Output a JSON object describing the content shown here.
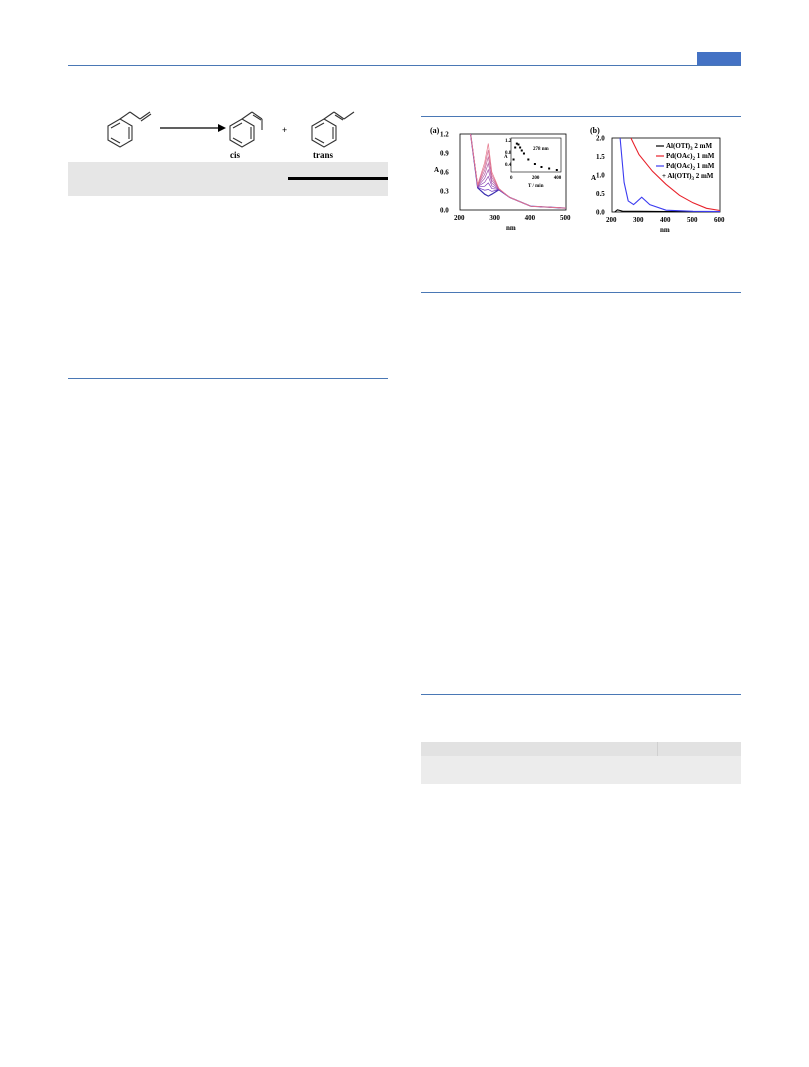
{
  "scheme": {
    "cis_label": "cis",
    "trans_label": "trans",
    "plus": "+"
  },
  "figure": {
    "panel_a": {
      "label": "(a)",
      "ylabel": "A",
      "xlabel": "nm",
      "yticks": [
        "1.2",
        "0.9",
        "0.6",
        "0.3",
        "0.0"
      ],
      "xticks": [
        "200",
        "300",
        "400",
        "500"
      ],
      "inset": {
        "yticks": [
          "1.2",
          "0.8",
          "0.4"
        ],
        "xticks": [
          "0",
          "200",
          "400"
        ],
        "xlabel": "T / min",
        "ylabel": "A",
        "annotation": "278 nm"
      }
    },
    "panel_b": {
      "label": "(b)",
      "ylabel": "A",
      "xlabel": "nm",
      "yticks": [
        "2.0",
        "1.5",
        "1.0",
        "0.5",
        "0.0"
      ],
      "xticks": [
        "200",
        "300",
        "400",
        "500",
        "600"
      ],
      "legend": [
        {
          "label": "Al(OTf)",
          "sub": "3",
          "suffix": " 2 mM",
          "color": "#000000"
        },
        {
          "label": "Pd(OAc)",
          "sub": "2",
          "suffix": " 1 mM",
          "color": "#e8222b"
        },
        {
          "label": "Pd(OAc)",
          "sub": "2",
          "suffix": " 1 mM",
          "color": "#3b3bf0"
        },
        {
          "label": "+ Al(OTf)",
          "sub": "3",
          "suffix": " 2 mM",
          "color": "#000000"
        }
      ]
    }
  },
  "chart_data": [
    {
      "type": "line",
      "xlim": [
        200,
        500
      ],
      "ylim": [
        0,
        1.2
      ],
      "series": [
        {
          "x": [
            230,
            250,
            270,
            280,
            290,
            310,
            340,
            400,
            500
          ],
          "y": [
            1.2,
            0.35,
            0.25,
            0.22,
            0.25,
            0.32,
            0.2,
            0.06,
            0.03
          ]
        },
        {
          "x": [
            230,
            250,
            270,
            280,
            290,
            310,
            340,
            400,
            500
          ],
          "y": [
            1.2,
            0.4,
            0.75,
            1.05,
            0.6,
            0.34,
            0.2,
            0.06,
            0.03
          ]
        }
      ],
      "inset": {
        "type": "scatter",
        "xlim": [
          0,
          420
        ],
        "x": [
          5,
          20,
          35,
          50,
          65,
          80,
          100,
          140,
          200,
          260,
          330,
          400
        ],
        "y": [
          0.55,
          0.95,
          1.08,
          1.05,
          0.95,
          0.85,
          0.75,
          0.55,
          0.4,
          0.3,
          0.25,
          0.2
        ]
      }
    },
    {
      "type": "line",
      "xlim": [
        200,
        600
      ],
      "ylim": [
        0,
        2.0
      ],
      "series": [
        {
          "color": "#000000",
          "x": [
            210,
            220,
            230,
            240,
            300,
            400,
            600
          ],
          "y": [
            0.0,
            0.06,
            0.04,
            0.02,
            0.02,
            0.01,
            0.01
          ]
        },
        {
          "color": "#e8222b",
          "x": [
            270,
            300,
            350,
            400,
            450,
            500,
            550,
            600
          ],
          "y": [
            2.0,
            1.55,
            1.1,
            0.75,
            0.45,
            0.25,
            0.1,
            0.04
          ]
        },
        {
          "color": "#3b3bf0",
          "x": [
            230,
            245,
            260,
            280,
            310,
            340,
            400,
            500,
            600
          ],
          "y": [
            2.0,
            0.8,
            0.3,
            0.2,
            0.4,
            0.2,
            0.05,
            0.02,
            0.01
          ]
        }
      ]
    }
  ]
}
